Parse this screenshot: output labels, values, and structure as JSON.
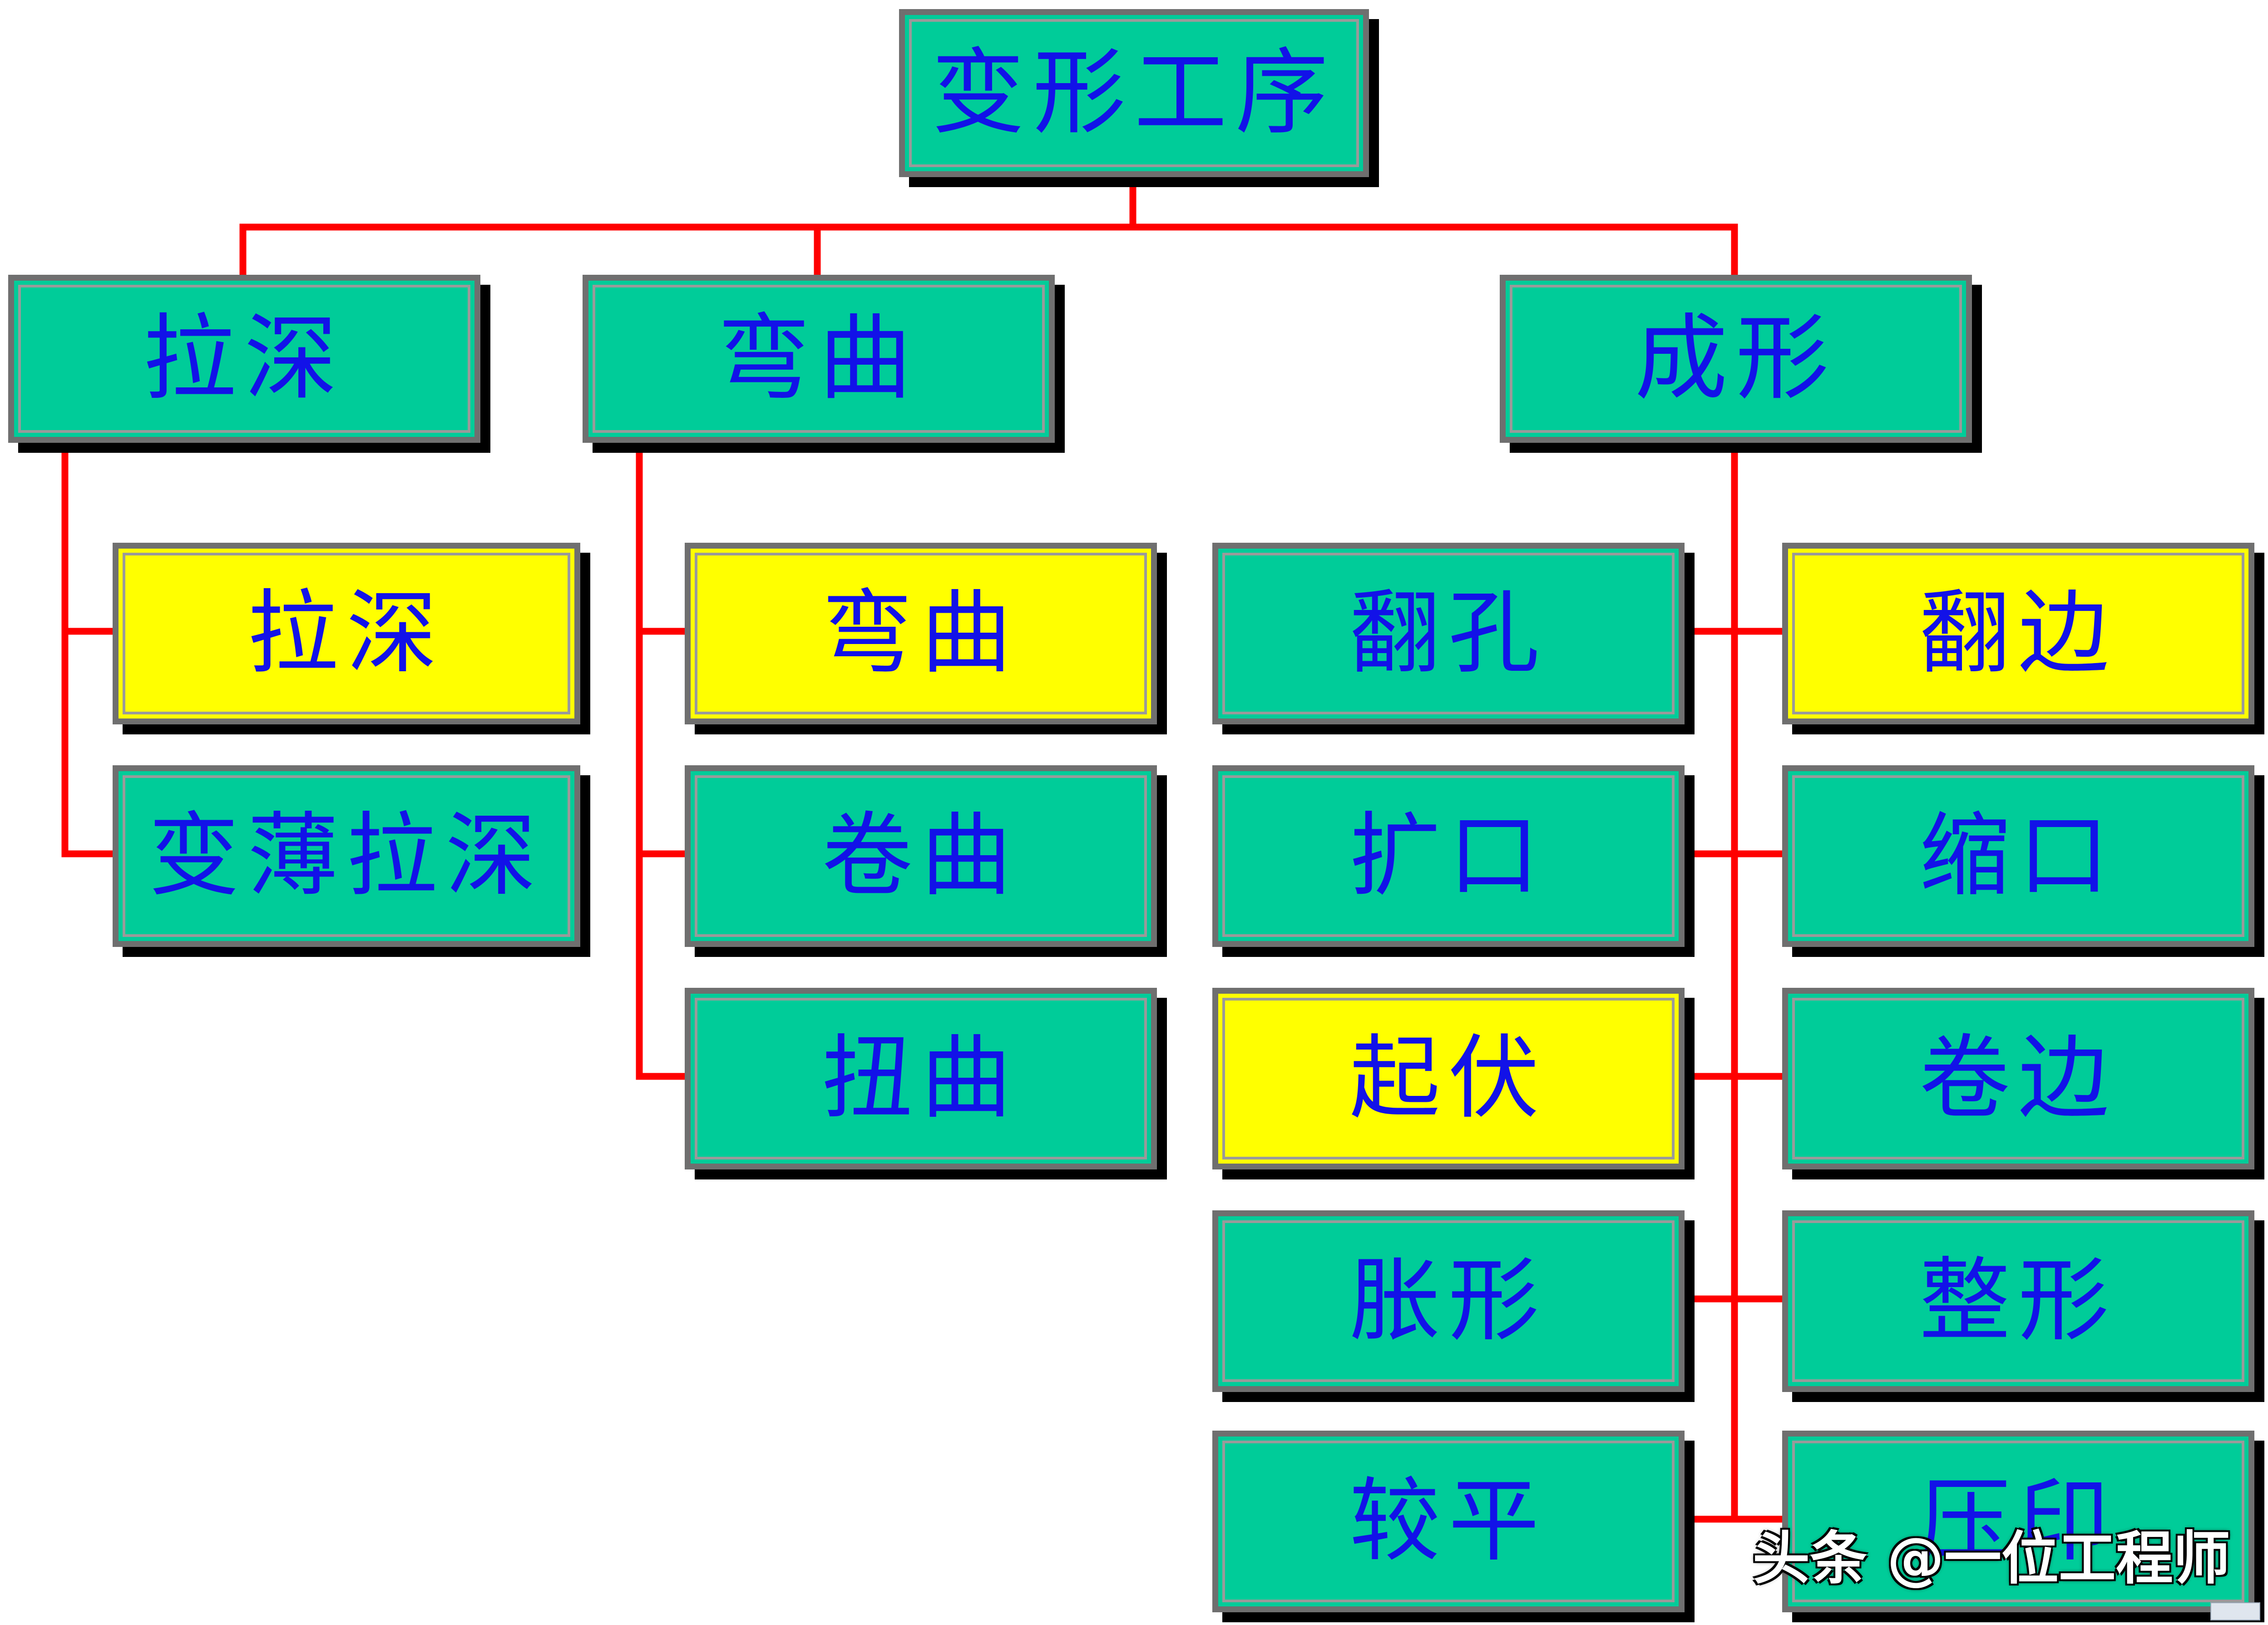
{
  "root": {
    "label": "变形工序"
  },
  "categories": [
    {
      "label": "拉深",
      "children": [
        {
          "label": "拉深",
          "highlight": true
        },
        {
          "label": "变薄拉深",
          "highlight": false
        }
      ]
    },
    {
      "label": "弯曲",
      "children": [
        {
          "label": "弯曲",
          "highlight": true
        },
        {
          "label": "卷曲",
          "highlight": false
        },
        {
          "label": "扭曲",
          "highlight": false
        }
      ]
    },
    {
      "label": "成形",
      "children_left": [
        {
          "label": "翻孔",
          "highlight": false
        },
        {
          "label": "扩口",
          "highlight": false
        },
        {
          "label": "起伏",
          "highlight": true
        },
        {
          "label": "胀形",
          "highlight": false
        },
        {
          "label": "较平",
          "highlight": false
        }
      ],
      "children_right": [
        {
          "label": "翻边",
          "highlight": true
        },
        {
          "label": "缩口",
          "highlight": false
        },
        {
          "label": "卷边",
          "highlight": false
        },
        {
          "label": "整形",
          "highlight": false
        },
        {
          "label": "压印",
          "highlight": false
        }
      ]
    }
  ],
  "watermark": {
    "text": "头条 @一位工程师"
  },
  "colors": {
    "box_fill": "#00cc99",
    "highlight_fill": "#ffff00",
    "text": "#1212e8",
    "connector": "#ff0000",
    "border": "#6f6f6f",
    "shadow": "#000000"
  }
}
